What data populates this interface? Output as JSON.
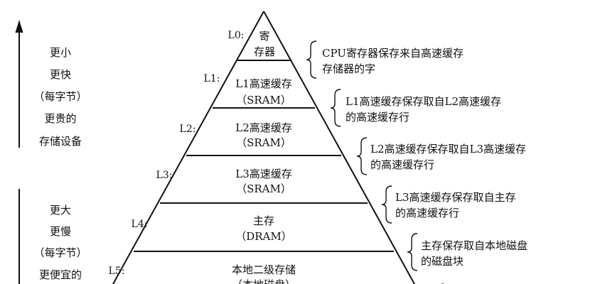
{
  "top_group": {
    "lines": [
      "更小",
      "更快",
      "（每字节）",
      "更贵的",
      "存储设备"
    ]
  },
  "bottom_group": {
    "lines": [
      "更大",
      "更慢",
      "（每字节）",
      "更便宜的"
    ]
  },
  "levels": [
    {
      "label": "L0:",
      "lines": [
        "寄",
        "存器"
      ],
      "note": [
        "CPU寄存器保存来自高速缓存",
        "存储器的字"
      ]
    },
    {
      "label": "L1:",
      "lines": [
        "L1高速缓存",
        "（SRAM）"
      ],
      "note": [
        "L1高速缓存保存取自L2高速缓存",
        "的高速缓存行"
      ]
    },
    {
      "label": "L2:",
      "lines": [
        "L2高速缓存",
        "（SRAM）"
      ],
      "note": [
        "L2高速缓存保存取自L3高速缓存",
        "的高速缓存行"
      ]
    },
    {
      "label": "L3:",
      "lines": [
        "L3高速缓存",
        "（SRAM）"
      ],
      "note": [
        "L3高速缓存保存取自主存",
        "的高速缓存行"
      ]
    },
    {
      "label": "L4:",
      "lines": [
        "主存",
        "（DRAM）"
      ],
      "note": [
        "主存保存取自本地磁盘",
        "的磁盘块"
      ]
    },
    {
      "label": "L5:",
      "lines": [
        "本地二级存储",
        "（本地磁盘）"
      ],
      "note": []
    }
  ]
}
